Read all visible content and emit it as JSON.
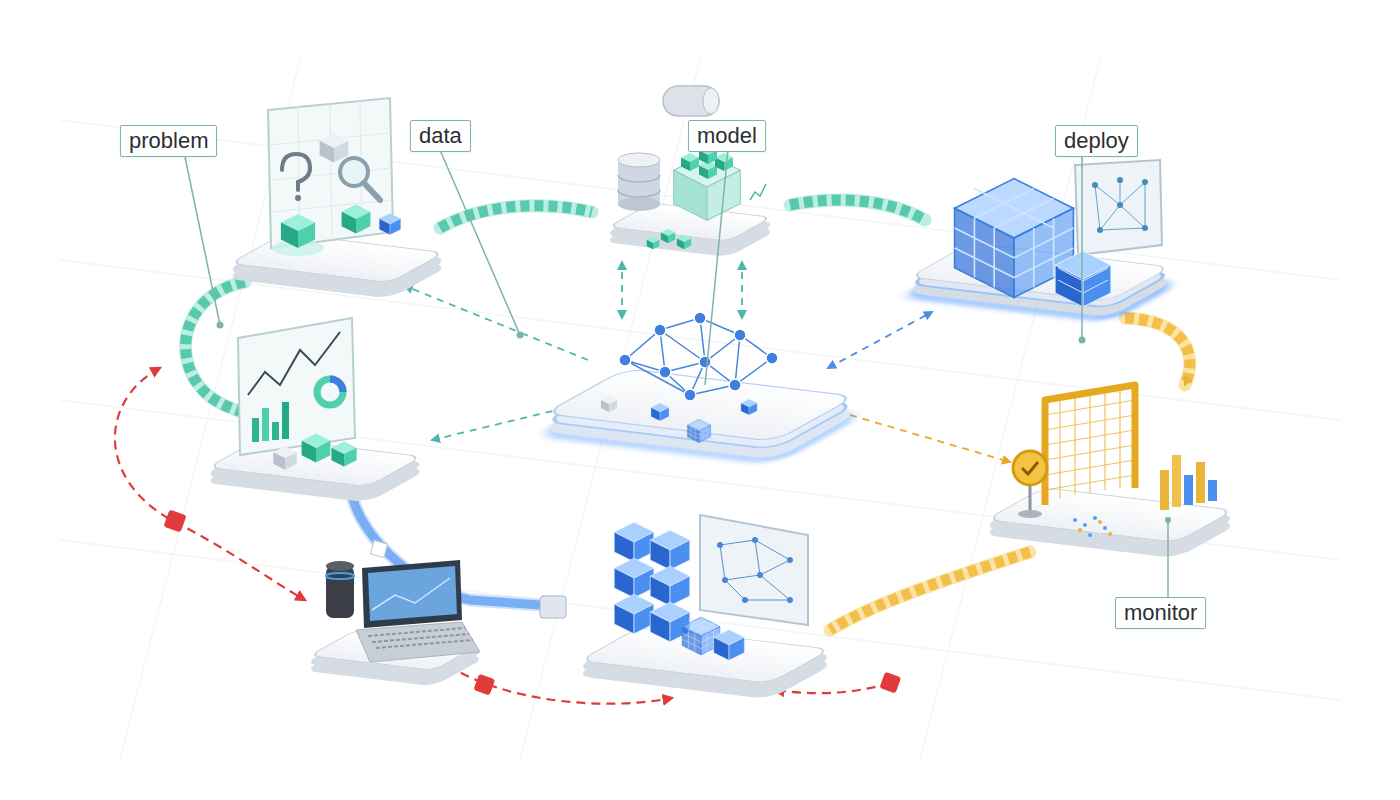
{
  "diagram": {
    "nodes": [
      {
        "text": [
          "problem"
        ]
      },
      {
        "text": [
          "data"
        ]
      },
      {
        "text": [
          "model"
        ]
      },
      {
        "text": [
          "deploy"
        ]
      },
      {
        "text": [
          "monitor"
        ]
      }
    ]
  }
}
